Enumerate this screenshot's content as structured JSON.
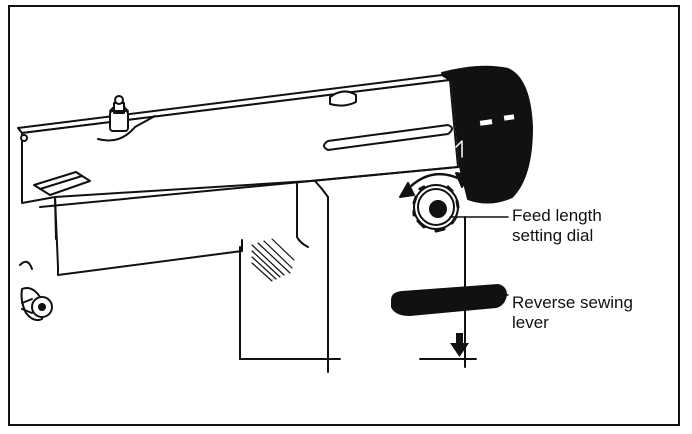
{
  "colors": {
    "ink": "#111111",
    "paper": "#ffffff"
  },
  "callouts": {
    "feed_dial": {
      "line1": "Feed length",
      "line2": "setting dial"
    },
    "reverse_lever": {
      "line1": "Reverse sewing",
      "line2": "lever"
    }
  },
  "icons": {
    "rotation": "curved-double-arrow-icon",
    "down": "down-arrow-icon"
  }
}
